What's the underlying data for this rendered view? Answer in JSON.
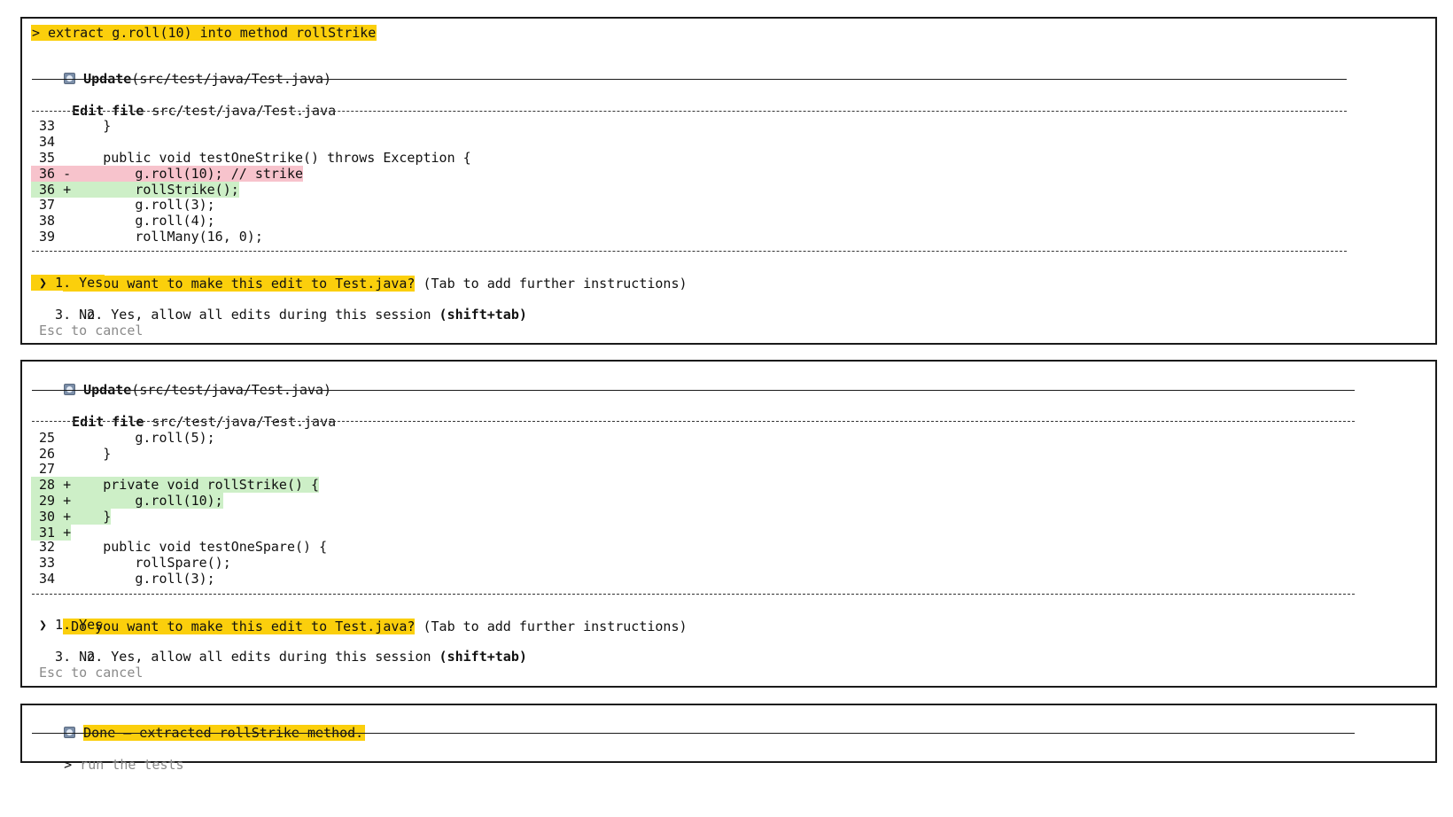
{
  "prompt": "> extract g.roll(10) into method rollStrike",
  "panel1": {
    "tool_name": "Update",
    "tool_arg": "(src/test/java/Test.java)",
    "edit_label": "Edit file",
    "edit_path": " src/test/java/Test.java",
    "lines": [
      {
        "text": "33      }",
        "kind": "ctx"
      },
      {
        "text": "34",
        "kind": "ctx"
      },
      {
        "text": "35      public void testOneStrike() throws Exception {",
        "kind": "ctx"
      },
      {
        "text": "36 -        g.roll(10); // strike",
        "kind": "del"
      },
      {
        "text": "36 +        rollStrike();",
        "kind": "add"
      },
      {
        "text": "37          g.roll(3);",
        "kind": "ctx"
      },
      {
        "text": "38          g.roll(4);",
        "kind": "ctx"
      },
      {
        "text": "39          rollMany(16, 0);",
        "kind": "ctx"
      }
    ],
    "question": "Do you want to make this edit to Test.java?",
    "question_hint": " (Tab to add further instructions)",
    "option1": "❯ 1. Yes",
    "option2": "  2. Yes, allow all edits during this session ",
    "option2_key": "(shift+tab)",
    "option3": "  3. No",
    "cancel": "Esc to cancel"
  },
  "panel2": {
    "tool_name": "Update",
    "tool_arg": "(src/test/java/Test.java)",
    "edit_label": "Edit file",
    "edit_path": " src/test/java/Test.java",
    "lines": [
      {
        "text": "25          g.roll(5);",
        "kind": "ctx"
      },
      {
        "text": "26      }",
        "kind": "ctx"
      },
      {
        "text": "27",
        "kind": "ctx"
      },
      {
        "text": "28 +    private void rollStrike() {",
        "kind": "add"
      },
      {
        "text": "29 +        g.roll(10);",
        "kind": "add"
      },
      {
        "text": "30 +    }",
        "kind": "add"
      },
      {
        "text": "31 +",
        "kind": "add"
      },
      {
        "text": "32      public void testOneSpare() {",
        "kind": "ctx"
      },
      {
        "text": "33          rollSpare();",
        "kind": "ctx"
      },
      {
        "text": "34          g.roll(3);",
        "kind": "ctx"
      }
    ],
    "question": "Do you want to make this edit to Test.java?",
    "question_hint": " (Tab to add further instructions)",
    "option1": "❯ 1. Yes",
    "option2": "  2. Yes, allow all edits during this session ",
    "option2_key": "(shift+tab)",
    "option3": "  3. No",
    "cancel": "Esc to cancel"
  },
  "panel3": {
    "status": "Done — extracted rollStrike method.",
    "input_prefix": ">",
    "input_placeholder": " run the tests"
  }
}
